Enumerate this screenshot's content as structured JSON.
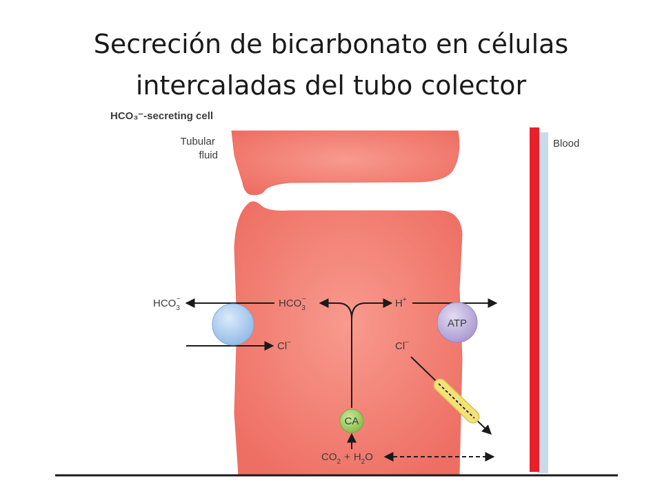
{
  "slide": {
    "title_line1": "Secreción de bicarbonato en células",
    "title_line2": "intercaladas del tubo colector"
  },
  "diagram": {
    "cell_label": "HCO₃⁻-secreting cell",
    "tubular_fluid_line1": "Tubular",
    "tubular_fluid_line2": "fluid",
    "blood_label": "Blood",
    "hco3_lumen": "HCO",
    "hco3_cell": "HCO",
    "h_plus": "H",
    "cl_apical": "Cl",
    "cl_basolateral": "Cl",
    "atp_pump": "ATP",
    "carbonic_anhydrase": "CA",
    "co2": "CO",
    "h2o": "H",
    "h2o_tail": "O",
    "plus_sign": "+",
    "colors": {
      "cell_fill": "#f4796d",
      "blood_vessel": "#e8202a",
      "exchanger": "#a9cdf0",
      "atp_pump": "#b7a6d8",
      "ca_enzyme": "#9ccc5a",
      "channel": "#f3e27a"
    }
  }
}
